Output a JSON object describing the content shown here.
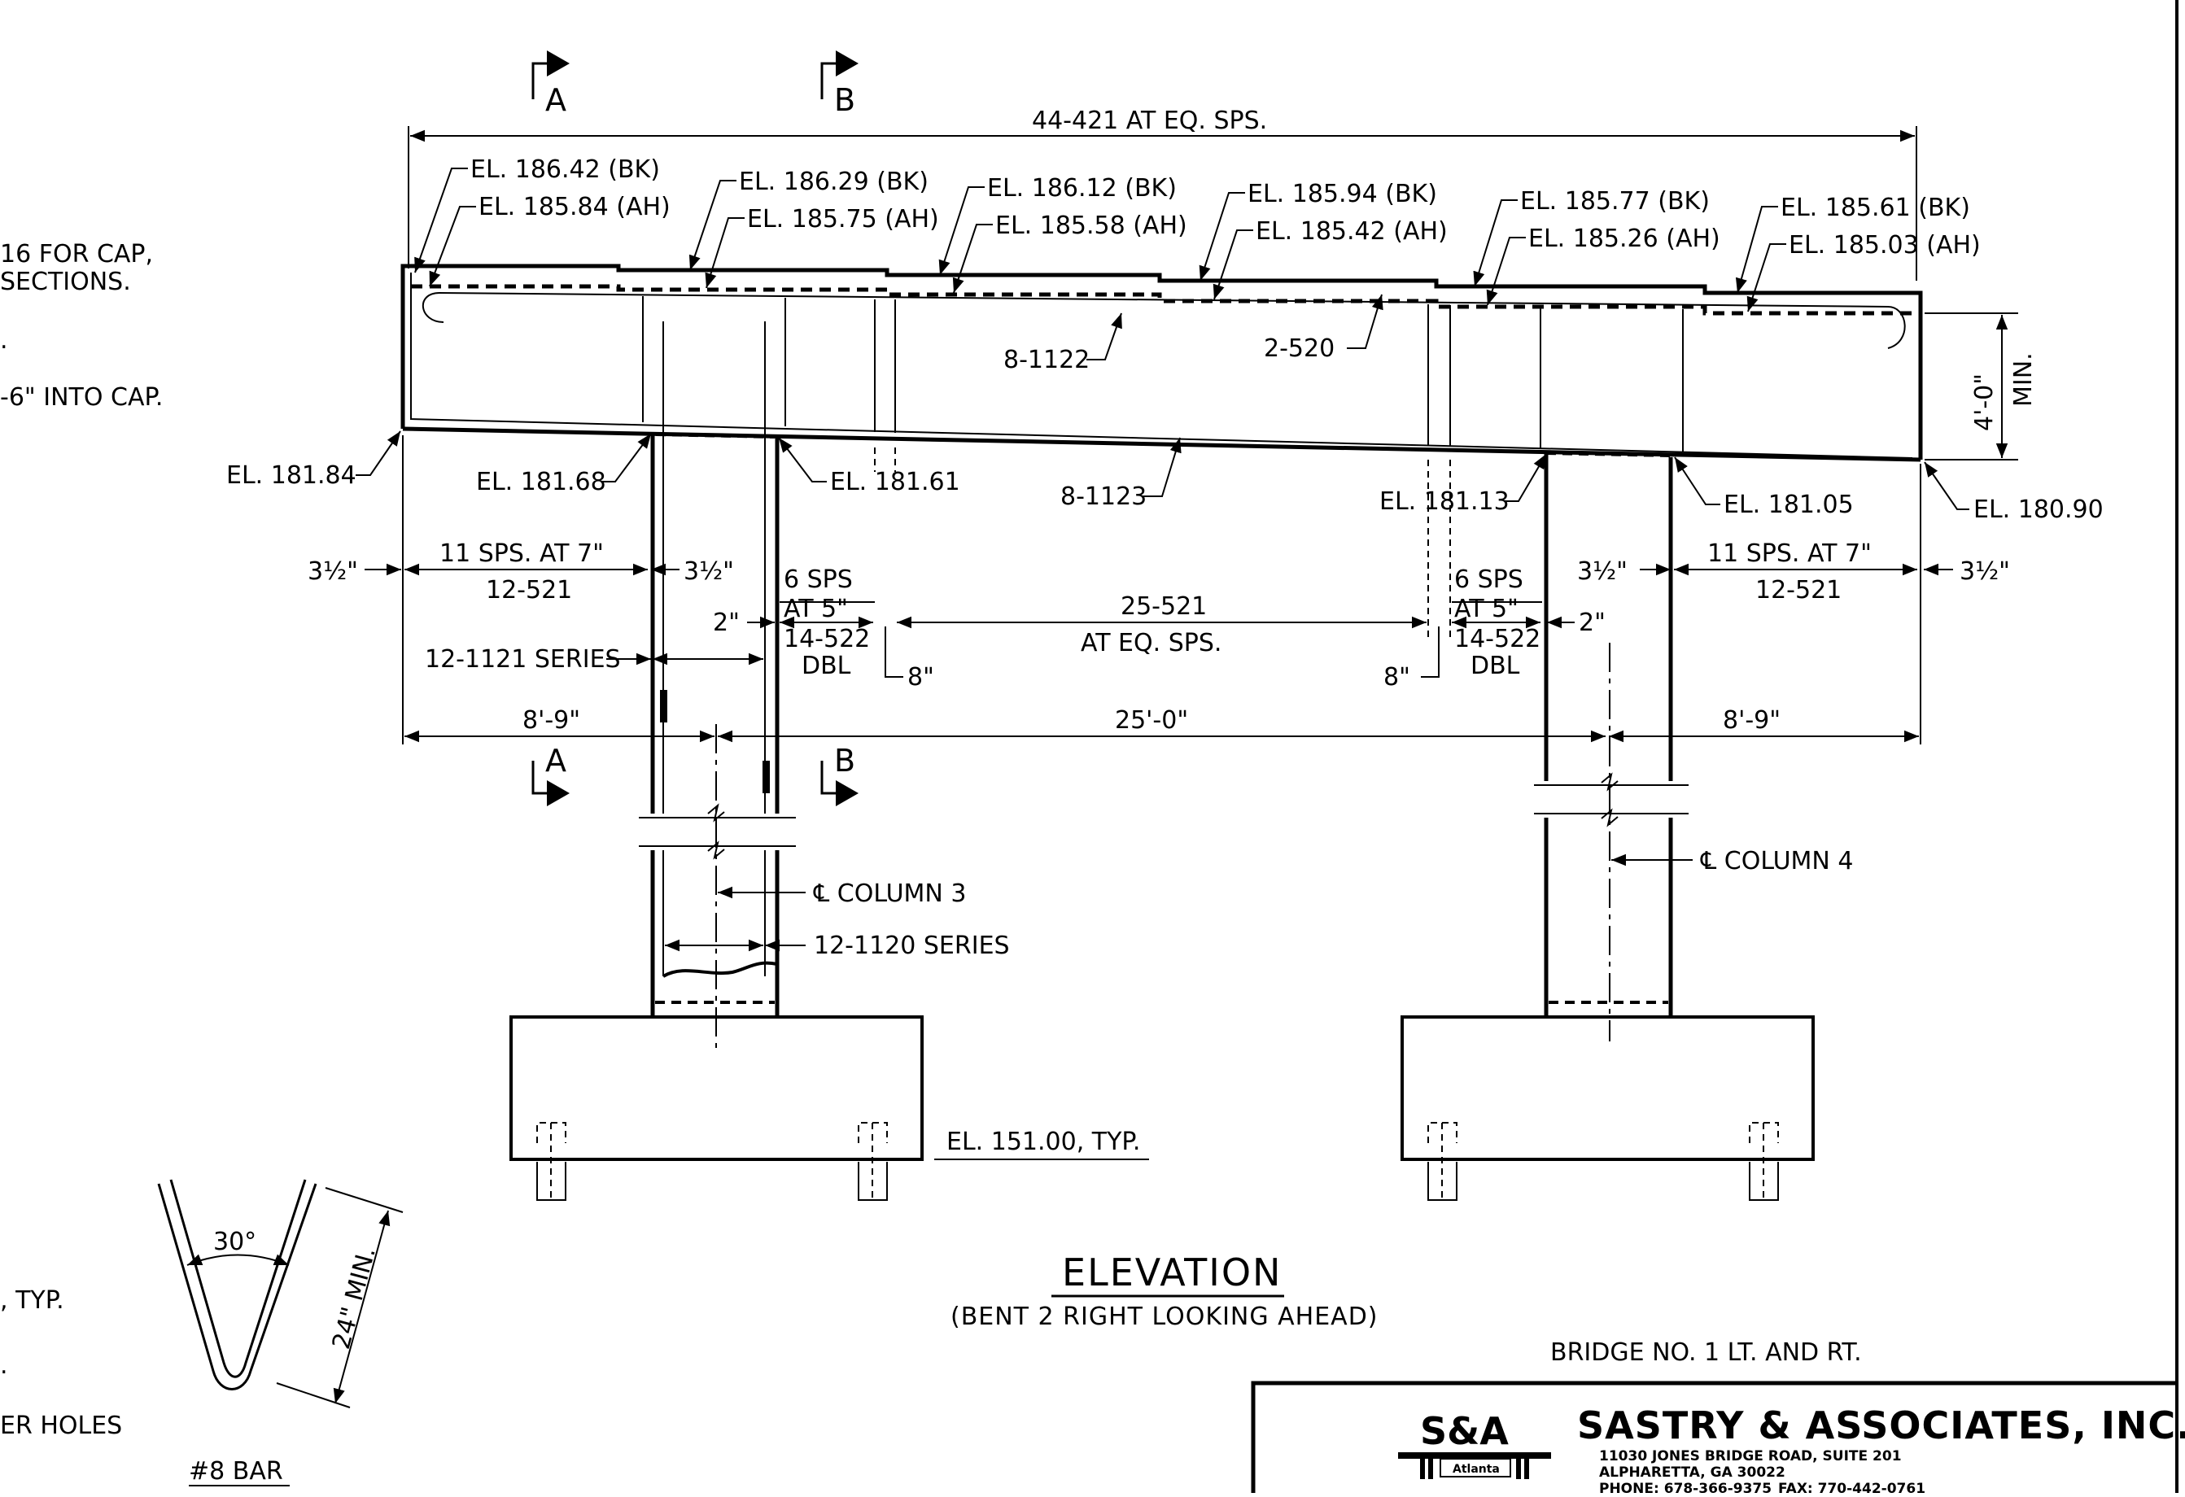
{
  "notes_fragments": {
    "cap_line1": "16 FOR CAP,",
    "cap_line2": "SECTIONS.",
    "dot1": ".",
    "into_cap": "-6\" INTO CAP.",
    "typ": ", TYP.",
    "dot2": ".",
    "holes": "ER HOLES"
  },
  "section_marks": {
    "a": "A",
    "b": "B"
  },
  "overall_bars": "44-421 AT EQ. SPS.",
  "elevations_top": [
    {
      "bk": "EL. 186.42 (BK)",
      "ah": "EL. 185.84 (AH)"
    },
    {
      "bk": "EL. 186.29 (BK)",
      "ah": "EL. 185.75 (AH)"
    },
    {
      "bk": "EL. 186.12 (BK)",
      "ah": "EL. 185.58 (AH)"
    },
    {
      "bk": "EL. 185.94 (BK)",
      "ah": "EL. 185.42 (AH)"
    },
    {
      "bk": "EL. 185.77 (BK)",
      "ah": "EL. 185.26 (AH)"
    },
    {
      "bk": "EL. 185.61 (BK)",
      "ah": "EL. 185.03 (AH)"
    }
  ],
  "bar_labels": {
    "top_bars": "8-1122",
    "bars_520": "2-520",
    "bottom_bars": "8-1123"
  },
  "cap_depth": {
    "dim": "4'-0\"",
    "min": "MIN."
  },
  "elevations_bottom": {
    "left_end": "EL. 181.84",
    "col3_left": "EL. 181.68",
    "col3_right": "EL. 181.61",
    "col4_left": "EL. 181.13",
    "col4_right": "EL. 181.05",
    "right_end": "EL. 180.90"
  },
  "dims": {
    "cover": "3½\"",
    "spaces_7": "11 SPS. AT 7\"",
    "bars_12_521": "12-521",
    "two_in": "2\"",
    "six_sps": "6 SPS",
    "at_5": "AT 5\"",
    "bars_14_522": "14-522",
    "dbl": "DBL",
    "bars_25_521": "25-521",
    "at_eq_sps": "AT EQ. SPS.",
    "eight_in": "8\"",
    "series_1121": "12-1121 SERIES",
    "left_span": "8'-9\"",
    "mid_span": "25'-0\"",
    "right_span": "8'-9\""
  },
  "columns": {
    "col3": "℄ COLUMN 3",
    "col4": "℄ COLUMN 4",
    "series_1120": "12-1120 SERIES"
  },
  "footing_el": "EL. 151.00, TYP.",
  "bar_detail": {
    "angle": "30°",
    "length": "24\" MIN.",
    "label": "#8 BAR"
  },
  "view_title": "ELEVATION",
  "view_subtitle": "(BENT 2 RIGHT LOOKING AHEAD)",
  "bridge": "BRIDGE NO. 1 LT. AND RT.",
  "title_block": {
    "logo": "S&A",
    "logo_sub": "Atlanta",
    "firm": "SASTRY & ASSOCIATES, INC.",
    "addr1": "11030 JONES BRIDGE ROAD, SUITE 201",
    "addr2": "ALPHARETTA, GA 30022",
    "phone": "PHONE: 678-366-9375",
    "fax": "FAX: 770-442-0761"
  }
}
